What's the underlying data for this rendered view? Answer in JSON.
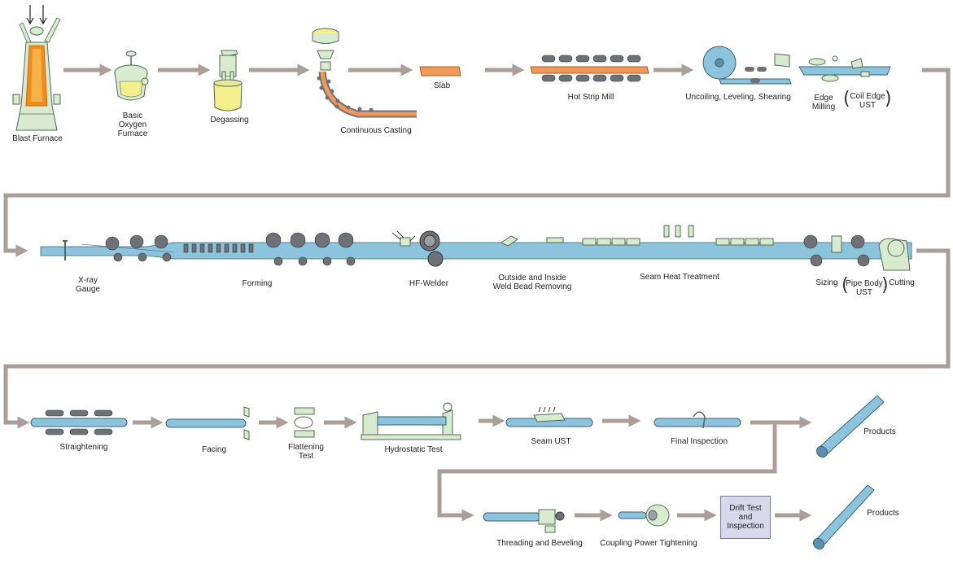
{
  "colors": {
    "flow_line": "#ab9d97",
    "pipe": "#8cc4de",
    "pipe_edge": "#3a5f74",
    "machine_green": "#d8ebcf",
    "machine_edge": "#4f6b56",
    "roll_gray": "#6d7278",
    "slab_orange": "#ef9a5a",
    "furnace_orange": "#f08c1c",
    "yellow_liquid": "#f4ee8c",
    "drift_box_fill": "#d6d9ec"
  },
  "row1": {
    "blast_furnace": "Blast Furnace",
    "bof_line1": "Basic",
    "bof_line2": "Oxygen",
    "bof_line3": "Furnace",
    "degassing": "Degassing",
    "continuous_casting": "Continuous Casting",
    "slab": "Slab",
    "hot_strip_mill": "Hot Strip Mill",
    "uncoiling": "Uncoiling, Leveling, Shearing",
    "edge_line1": "Edge",
    "edge_line2": "Milling",
    "coil_edge_line1": "Coil Edge",
    "coil_edge_line2": "UST"
  },
  "row2": {
    "xray_line1": "X-ray",
    "xray_line2": "Gauge",
    "forming": "Forming",
    "hf_welder": "HF-Welder",
    "bead_line1": "Outside and Inside",
    "bead_line2": "Weld Bead Removing",
    "seam_heat": "Seam Heat Treatment",
    "sizing": "Sizing",
    "pipe_body_line1": "Pipe Body",
    "pipe_body_line2": "UST",
    "cutting": "Cutting"
  },
  "row3": {
    "straightening": "Straightening",
    "facing": "Facing",
    "flattening_line1": "Flattening",
    "flattening_line2": "Test",
    "hydrostatic": "Hydrostatic Test",
    "seam_ust": "Seam UST",
    "final_inspection": "Final Inspection",
    "products_1": "Products"
  },
  "row4": {
    "threading": "Threading and Beveling",
    "coupling": "Coupling Power Tightening",
    "drift_line1": "Drift Test",
    "drift_line2": "and",
    "drift_line3": "Inspection",
    "products_2": "Products"
  }
}
